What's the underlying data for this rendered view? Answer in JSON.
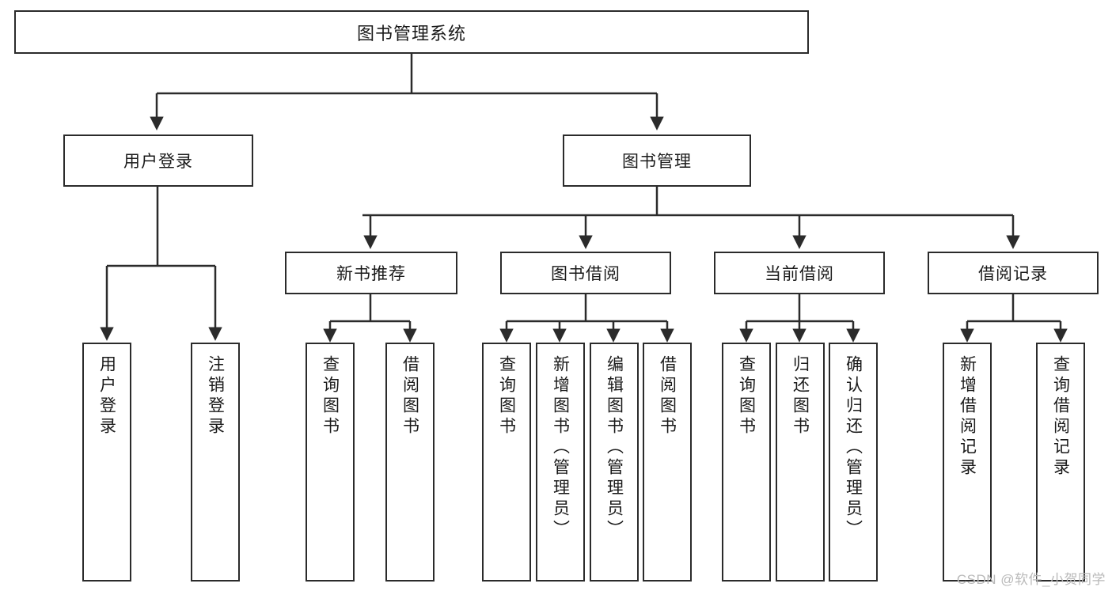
{
  "diagram": {
    "type": "tree",
    "title": "图书管理系统",
    "watermark": "CSDN @软件_小贺同学",
    "colors": {
      "stroke": "#2b2b2b",
      "fill": "#ffffff",
      "text": "#1a1a1a",
      "watermark": "#b9b9b9"
    },
    "root": {
      "label": "图书管理系统",
      "level": 1
    },
    "level2": [
      {
        "label": "用户登录"
      },
      {
        "label": "图书管理"
      }
    ],
    "level3": [
      {
        "label": "新书推荐"
      },
      {
        "label": "图书借阅"
      },
      {
        "label": "当前借阅"
      },
      {
        "label": "借阅记录"
      }
    ],
    "leaves": {
      "user_login": [
        {
          "label": "用户登录"
        },
        {
          "label": "注销登录"
        }
      ],
      "new_book_recommend": [
        {
          "label": "查询图书"
        },
        {
          "label": "借阅图书"
        }
      ],
      "book_borrow": [
        {
          "label": "查询图书"
        },
        {
          "label": "新增图书（管理员）"
        },
        {
          "label": "编辑图书（管理员）"
        },
        {
          "label": "借阅图书"
        }
      ],
      "current_borrow": [
        {
          "label": "查询图书"
        },
        {
          "label": "归还图书"
        },
        {
          "label": "确认归还（管理员）"
        }
      ],
      "borrow_record": [
        {
          "label": "新增借阅记录"
        },
        {
          "label": "查询借阅记录"
        }
      ]
    }
  }
}
